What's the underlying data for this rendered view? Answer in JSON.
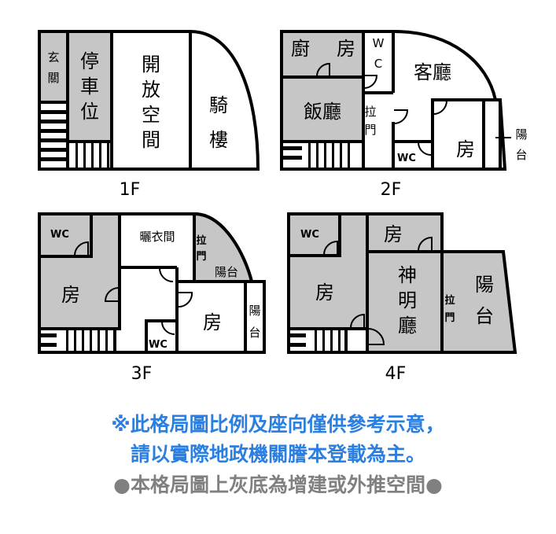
{
  "floors": {
    "f1": {
      "label": "1F",
      "rooms": {
        "entry": [
          "玄",
          "關"
        ],
        "parking": [
          "停",
          "車",
          "位"
        ],
        "open_space": [
          "開",
          "放",
          "空",
          "間"
        ],
        "arcade": [
          "騎",
          "樓"
        ]
      }
    },
    "f2": {
      "label": "2F",
      "rooms": {
        "kitchen": [
          "廚",
          "房"
        ],
        "wc_top": [
          "W",
          "C"
        ],
        "living": "客廳",
        "dining": "飯廳",
        "sliding_door": [
          "拉",
          "門"
        ],
        "wc": "WC",
        "bedroom": "房",
        "balcony": [
          "陽",
          "台"
        ]
      }
    },
    "f3": {
      "label": "3F",
      "rooms": {
        "wc_top": "WC",
        "laundry": "曬衣間",
        "sliding_door": [
          "拉",
          "門"
        ],
        "balcony_curve": "陽台",
        "bedroom_left": "房",
        "bedroom_right": "房",
        "wc": "WC",
        "balcony": [
          "陽",
          "台"
        ]
      }
    },
    "f4": {
      "label": "4F",
      "rooms": {
        "wc": "WC",
        "bedroom_top": "房",
        "bedroom_left": "房",
        "shrine": [
          "神",
          "明",
          "廳"
        ],
        "sliding_door": [
          "拉",
          "門"
        ],
        "balcony": [
          "陽",
          "台"
        ]
      }
    }
  },
  "notes": {
    "line1": "※此格局圖比例及座向僅供參考示意，",
    "line2": "請以實際地政機關謄本登載為主。",
    "line3": "●本格局圖上灰底為增建或外推空間●"
  },
  "colors": {
    "note_blue": "#2a7fe0",
    "note_grey": "#808080",
    "extension_fill": "#c6c6c6"
  }
}
